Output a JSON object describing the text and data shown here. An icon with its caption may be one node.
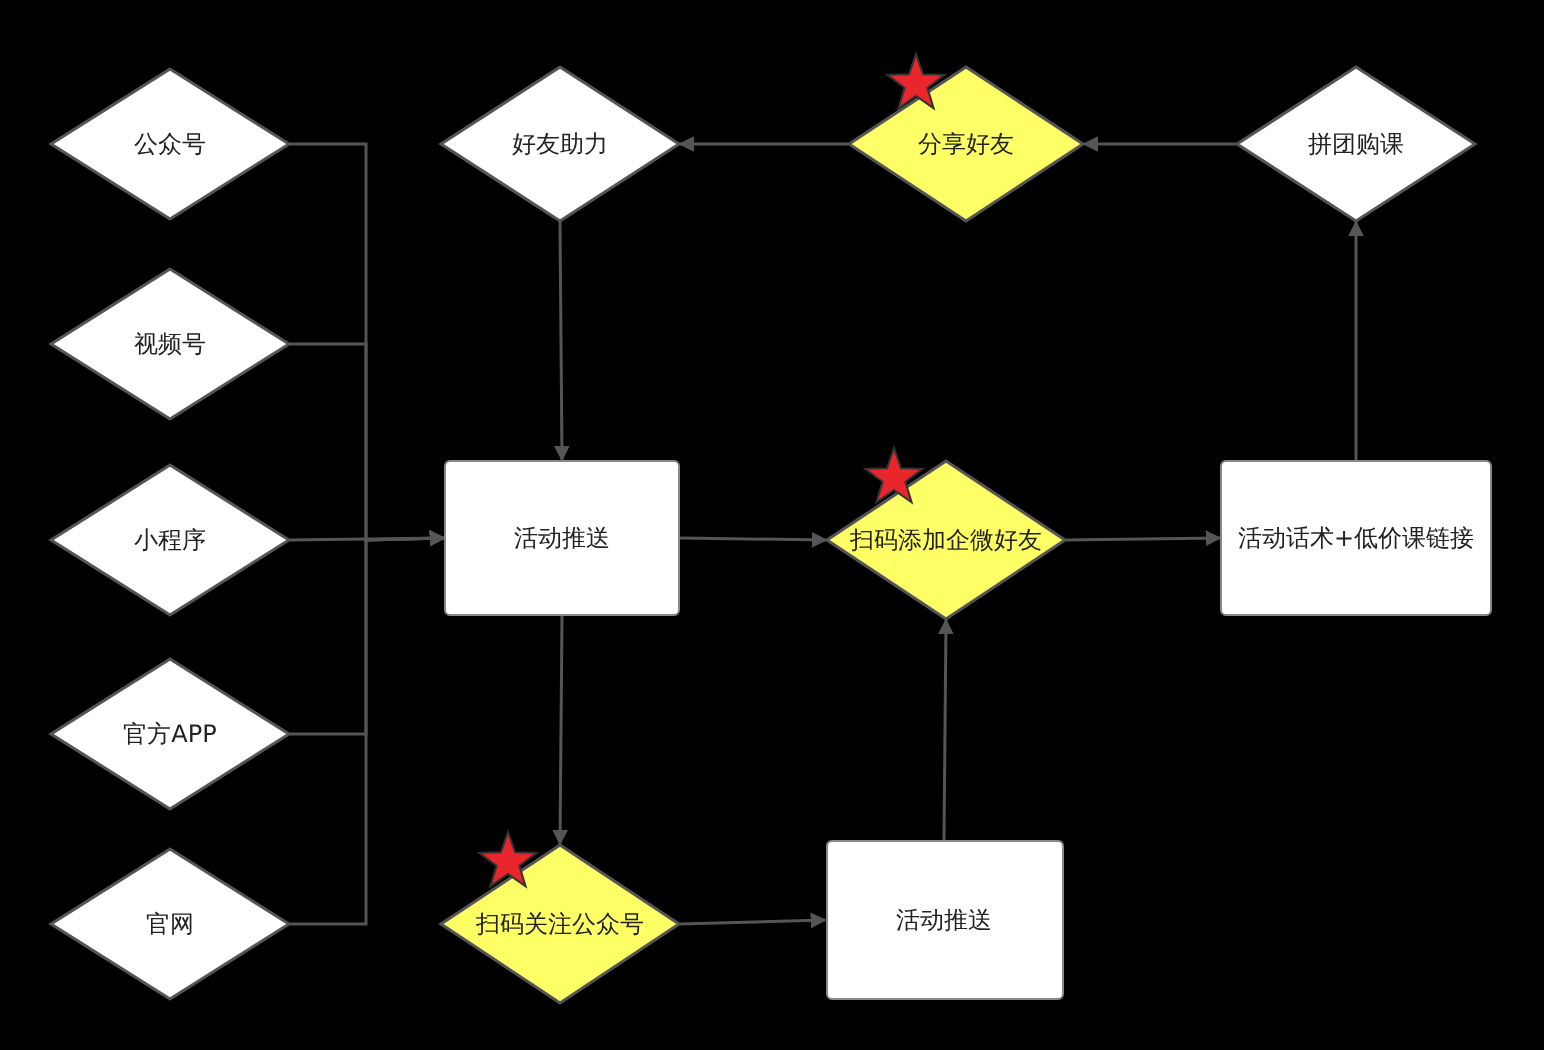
{
  "diagram": {
    "nodes": [
      {
        "text": [
          "公众号"
        ]
      },
      {
        "text": [
          "视频号"
        ]
      },
      {
        "text": [
          "小程序"
        ]
      },
      {
        "text": [
          "官方APP"
        ]
      },
      {
        "text": [
          "官网"
        ]
      },
      {
        "text": [
          "好友助力"
        ]
      },
      {
        "text": [
          "分享好友"
        ]
      },
      {
        "text": [
          "拼团购课"
        ]
      },
      {
        "text": [
          "活动推送"
        ]
      },
      {
        "text": [
          "扫码添加企微好友"
        ]
      },
      {
        "text": [
          "活动话术+低价课链接"
        ]
      },
      {
        "text": [
          "扫码关注公众号"
        ]
      },
      {
        "text": [
          "活动推送"
        ]
      }
    ],
    "edges": [
      {
        "from": 0,
        "to": 8,
        "arrow": "to"
      },
      {
        "from": 1,
        "to": 8,
        "arrow": "to"
      },
      {
        "from": 2,
        "to": 8,
        "arrow": "to"
      },
      {
        "from": 3,
        "to": 8,
        "arrow": "to"
      },
      {
        "from": 4,
        "to": 8,
        "arrow": "to"
      },
      {
        "from": 5,
        "to": 8,
        "arrow": "to"
      },
      {
        "from": 6,
        "to": 5,
        "arrow": "to"
      },
      {
        "from": 7,
        "to": 6,
        "arrow": "to"
      },
      {
        "from": 8,
        "to": 9,
        "arrow": "to"
      },
      {
        "from": 9,
        "to": 10,
        "arrow": "to"
      },
      {
        "from": 10,
        "to": 7,
        "arrow": "to"
      },
      {
        "from": 8,
        "to": 11,
        "arrow": "to"
      },
      {
        "from": 11,
        "to": 12,
        "arrow": "to"
      },
      {
        "from": 12,
        "to": 9,
        "arrow": "to"
      }
    ]
  }
}
